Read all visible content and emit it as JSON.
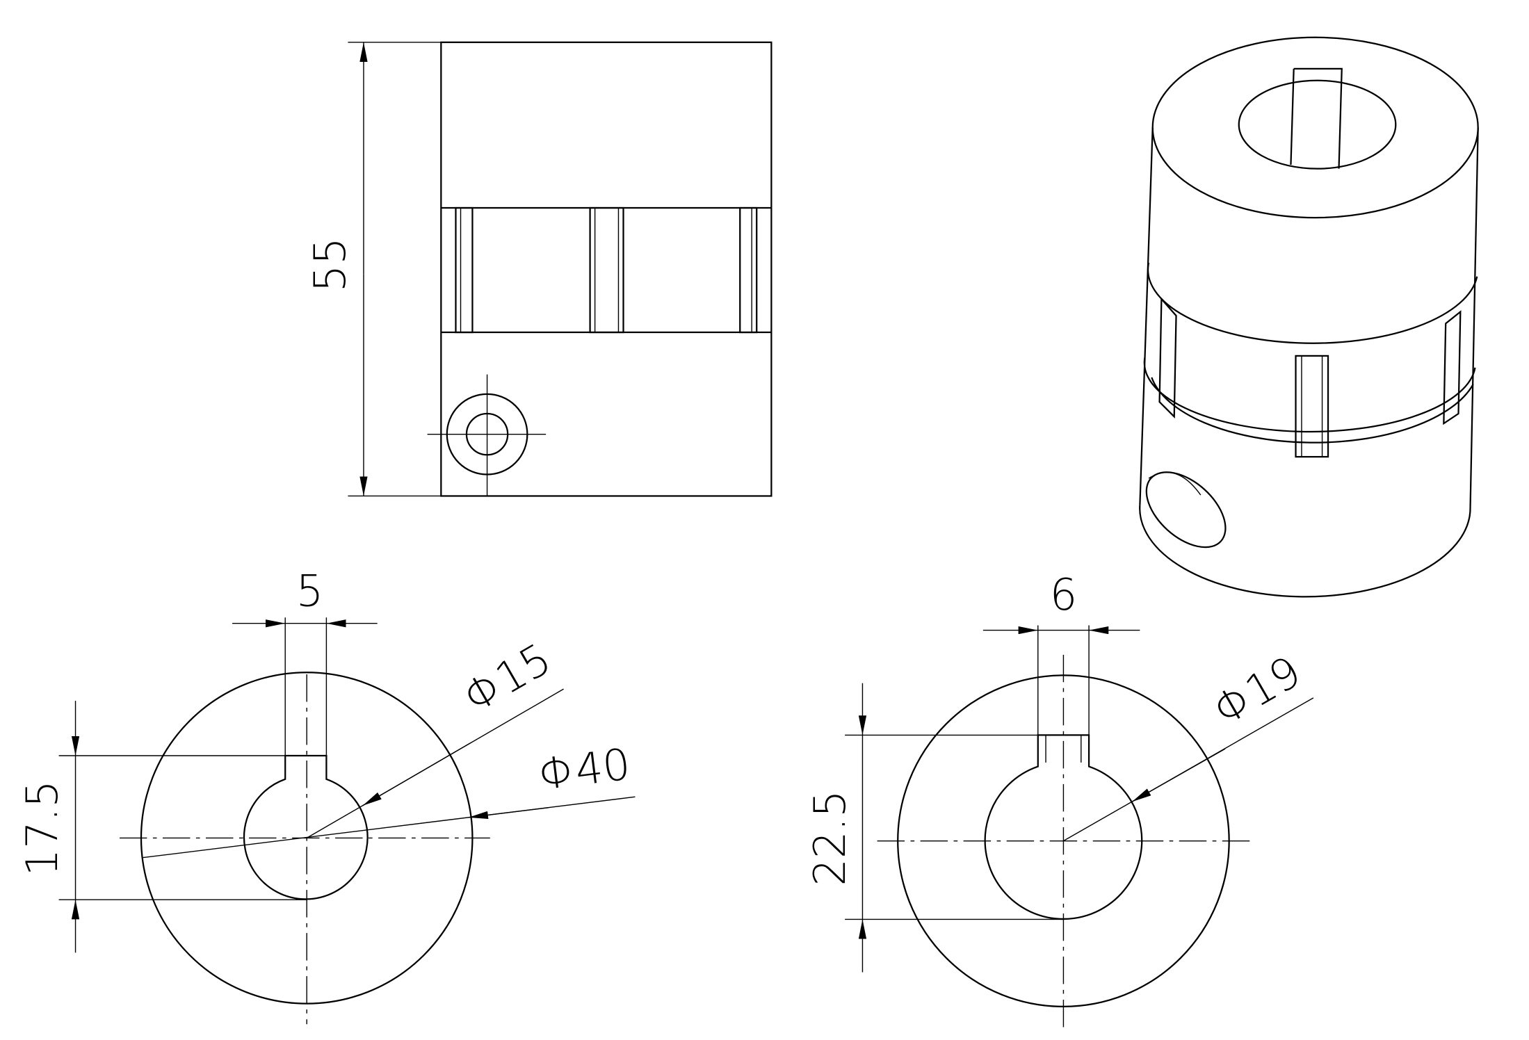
{
  "drawing": {
    "front_view": {
      "height_dim": "55"
    },
    "left_section": {
      "key_width_dim": "5",
      "bore_dim": "Φ15",
      "outer_dim": "Φ40",
      "key_depth_dim": "17.5"
    },
    "right_section": {
      "key_width_dim": "6",
      "bore_dim": "Φ19",
      "key_depth_dim": "22.5"
    },
    "colors": {
      "line": "#000000",
      "background": "#ffffff"
    }
  }
}
